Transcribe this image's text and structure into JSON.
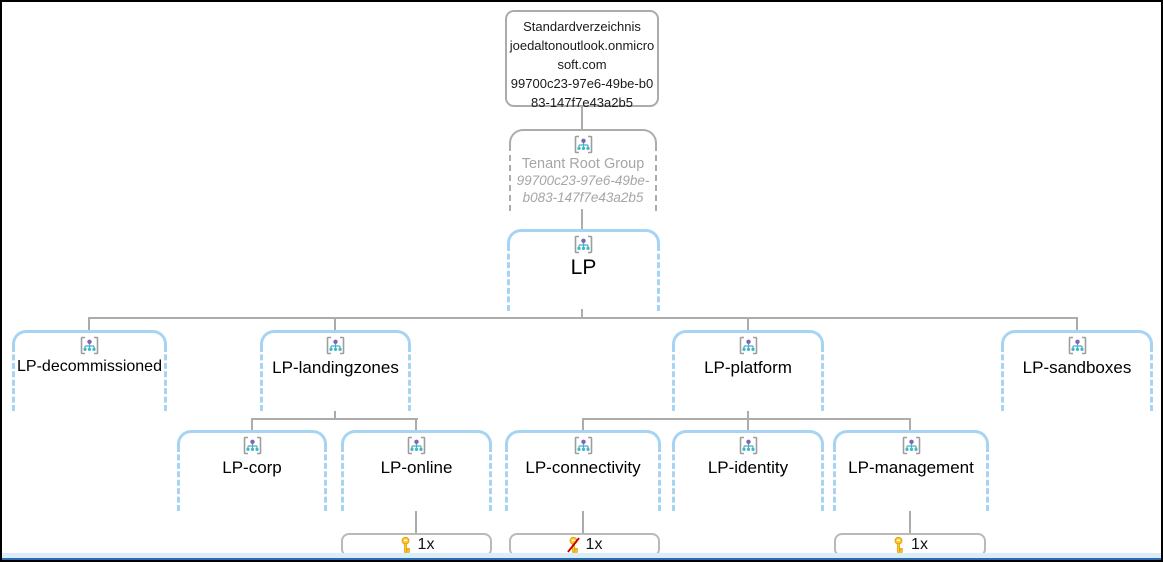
{
  "nodes": {
    "directory": {
      "name": "Standardverzeichnis",
      "domain": "joedaltonoutlook.onmicrosoft.com",
      "id": "99700c23-97e6-49be-b083-147f7e43a2b5"
    },
    "tenant_root_group": {
      "label": "Tenant Root Group",
      "id": "99700c23-97e6-49be-b083-147f7e43a2b5"
    },
    "lp": {
      "label": "LP"
    },
    "lp_decommissioned": {
      "label": "LP-decommissioned"
    },
    "lp_landingzones": {
      "label": "LP-landingzones"
    },
    "lp_platform": {
      "label": "LP-platform"
    },
    "lp_sandboxes": {
      "label": "LP-sandboxes"
    },
    "lp_corp": {
      "label": "LP-corp"
    },
    "lp_online": {
      "label": "LP-online"
    },
    "lp_connectivity": {
      "label": "LP-connectivity"
    },
    "lp_identity": {
      "label": "LP-identity"
    },
    "lp_management": {
      "label": "LP-management"
    }
  },
  "edges": [
    [
      "directory",
      "tenant_root_group"
    ],
    [
      "tenant_root_group",
      "lp"
    ],
    [
      "lp",
      "lp_decommissioned"
    ],
    [
      "lp",
      "lp_landingzones"
    ],
    [
      "lp",
      "lp_platform"
    ],
    [
      "lp",
      "lp_sandboxes"
    ],
    [
      "lp_landingzones",
      "lp_corp"
    ],
    [
      "lp_landingzones",
      "lp_online"
    ],
    [
      "lp_platform",
      "lp_connectivity"
    ],
    [
      "lp_platform",
      "lp_identity"
    ],
    [
      "lp_platform",
      "lp_management"
    ]
  ],
  "key_badges": [
    {
      "under": "lp_online",
      "count": "1x",
      "icon": "key-icon"
    },
    {
      "under": "lp_connectivity",
      "count": "1x",
      "icon": "key-disabled-icon"
    },
    {
      "under": "lp_management",
      "count": "1x",
      "icon": "key-icon"
    }
  ],
  "icons": {
    "management-group-icon": "bracketed tree: purple parent dot over three teal child dots",
    "key-icon": "golden key",
    "key-disabled-icon": "golden key with red slash"
  },
  "colors": {
    "mg_node_border": "#a8d4f4",
    "tenant_node_border": "#acacac",
    "directory_border": "#ababab",
    "connector": "#acacac",
    "tenant_text": "#a6a6a6",
    "label_text": "#000000",
    "key_gold": "#ffc62e",
    "key_outline": "#dd9f00",
    "slash_red": "#c00000",
    "scrollbar_track": "#dcedfa",
    "scrollbar_line": "#2a6db5"
  }
}
